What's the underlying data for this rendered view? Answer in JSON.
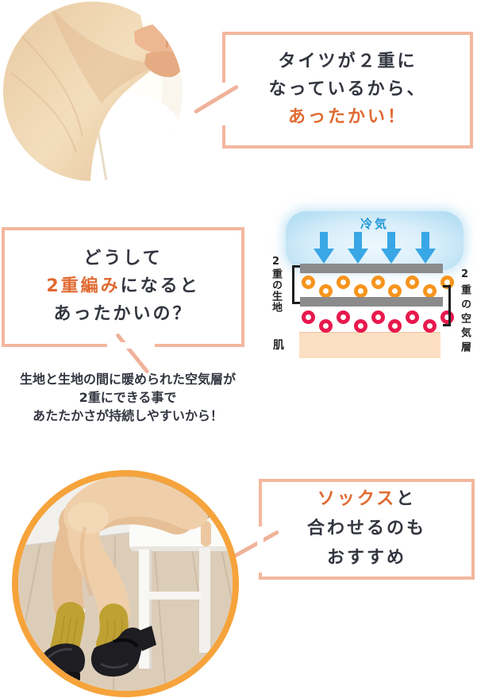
{
  "palette": {
    "border_salmon": "#f3b79e",
    "connector_salmon": "#f0b29a",
    "accent_orange": "#e06a32",
    "text_dark": "#333640",
    "cold_blue": "#39a7e6",
    "cold_label_blue": "#2097d8",
    "fabric_gray": "#8b8b8b",
    "skin_peach": "#fcdfc2",
    "photo_ring_orange": "#f6a33b"
  },
  "callouts": {
    "warm": {
      "line1": "タイツが２重に",
      "line2": "なっているから、",
      "line3": "あったかい！"
    },
    "question": {
      "line1": "どうして",
      "line2_accent": "2重編み",
      "line2_rest": "になると",
      "line3": "あったかいの？"
    },
    "socks": {
      "line1_accent": "ソックス",
      "line1_rest": "と",
      "line2": "合わせるのも",
      "line3": "おすすめ"
    }
  },
  "explanation": {
    "line1": "生地と生地の間に暖められた空気層が",
    "line2": "2重にできる事で",
    "line3": "あたたかさが持続しやすいから！"
  },
  "diagram": {
    "cold_air_label": "冷気",
    "fabric_label": "2重の生地",
    "air_label": "2重の空気層",
    "skin_label": "肌",
    "arrows": 4,
    "air_rows": [
      {
        "name": "outer-air-layer",
        "color": "#f7941d",
        "count": 9
      },
      {
        "name": "inner-air-layer",
        "color": "#e8194d",
        "count": 9
      }
    ]
  }
}
